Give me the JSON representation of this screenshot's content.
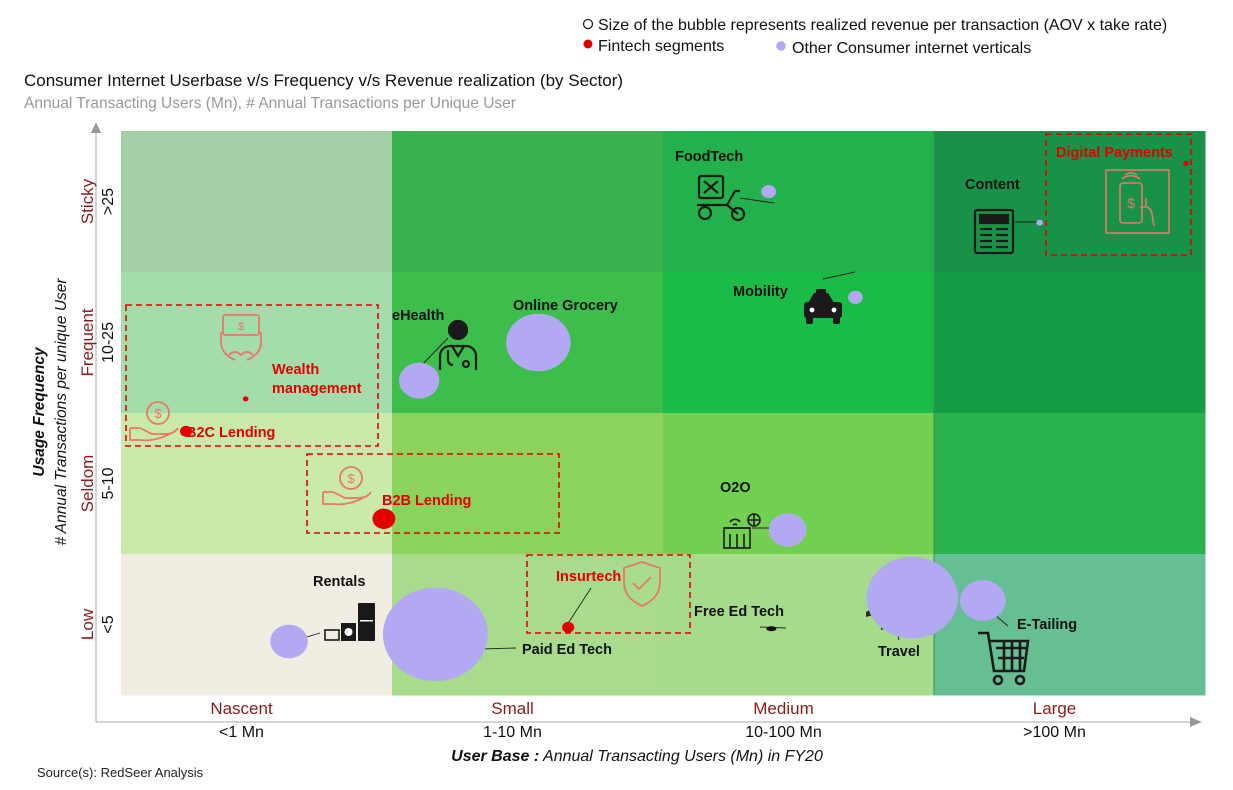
{
  "chart_data": {
    "type": "scatter",
    "title": "Consumer Internet Userbase v/s Frequency v/s Revenue realization (by Sector)",
    "subtitle": "Annual Transacting Users (Mn), # Annual Transactions per Unique User",
    "legend": {
      "placement": "top-right",
      "size_note": "Size of the bubble represents realized revenue per transaction (AOV x take rate)",
      "fintech": "Fintech segments",
      "other": "Other Consumer internet verticals"
    },
    "colors": {
      "fintech": "#e50000",
      "other": "#b3a8f2",
      "accent_label": "#8b1a1a",
      "icon_fintech": "#e8776a",
      "icon_other": "#1a1a1a"
    },
    "xaxis": {
      "label_bold": "User Base :",
      "label_rest": " Annual Transacting Users (Mn) in FY20",
      "categories": [
        {
          "name": "Nascent",
          "range": "<1 Mn"
        },
        {
          "name": "Small",
          "range": "1-10 Mn"
        },
        {
          "name": "Medium",
          "range": "10-100 Mn"
        },
        {
          "name": "Large",
          "range": ">100 Mn"
        }
      ]
    },
    "yaxis": {
      "label_line1": "Usage Frequency",
      "label_line2": "# Annual Transactions per unique User",
      "categories": [
        {
          "name": "Sticky",
          "range": ">25"
        },
        {
          "name": "Frequent",
          "range": "10-25"
        },
        {
          "name": "Seldom",
          "range": "5-10"
        },
        {
          "name": "Low",
          "range": "<5"
        }
      ]
    },
    "points": [
      {
        "label": "FoodTech",
        "group": "other",
        "x": 2.39,
        "y": 3.57,
        "size": 0.11,
        "icon": "delivery-scooter-icon"
      },
      {
        "label": "Content",
        "group": "other",
        "x": 3.39,
        "y": 3.35,
        "size": 0.05,
        "icon": "newspaper-icon"
      },
      {
        "label": "Digital Payments",
        "group": "fintech",
        "x": 3.93,
        "y": 3.77,
        "size": 0.04,
        "icon": "mobile-payment-icon"
      },
      {
        "label": "Mobility",
        "group": "other",
        "x": 2.71,
        "y": 2.82,
        "size": 0.11,
        "icon": "taxi-icon"
      },
      {
        "label": "eHealth",
        "group": "other",
        "x": 1.1,
        "y": 2.23,
        "size": 0.3,
        "icon": "doctor-icon"
      },
      {
        "label": "Online Grocery",
        "group": "other",
        "x": 1.54,
        "y": 2.5,
        "size": 0.48,
        "icon": ""
      },
      {
        "label": "Wealth management",
        "group": "fintech",
        "x": 0.46,
        "y": 2.1,
        "size": 0.04,
        "icon": "money-hands-icon"
      },
      {
        "label": "B2C Lending",
        "group": "fintech",
        "x": 0.24,
        "y": 1.87,
        "size": 0.09,
        "icon": "coin-hand-icon"
      },
      {
        "label": "B2B Lending",
        "group": "fintech",
        "x": 0.97,
        "y": 1.25,
        "size": 0.17,
        "icon": "coin-hand-icon"
      },
      {
        "label": "O2O",
        "group": "other",
        "x": 2.46,
        "y": 1.17,
        "size": 0.28,
        "icon": "storefront-icon"
      },
      {
        "label": "Insurtech",
        "group": "fintech",
        "x": 1.65,
        "y": 0.48,
        "size": 0.09,
        "icon": "shield-check-icon"
      },
      {
        "label": "Rentals",
        "group": "other",
        "x": 0.62,
        "y": 0.38,
        "size": 0.28,
        "icon": "appliances-icon"
      },
      {
        "label": "Paid Ed Tech",
        "group": "other",
        "x": 1.16,
        "y": 0.43,
        "size": 0.78,
        "icon": "monitor-book-icon"
      },
      {
        "label": "Free Ed Tech",
        "group": "other",
        "x": 2.4,
        "y": 0.47,
        "size": 0.06,
        "icon": ""
      },
      {
        "label": "Travel",
        "group": "other",
        "x": 2.92,
        "y": 0.69,
        "size": 0.68,
        "icon": "airplane-icon"
      },
      {
        "label": "E-Tailing",
        "group": "other",
        "x": 3.18,
        "y": 0.67,
        "size": 0.34,
        "icon": "shopping-cart-icon"
      }
    ]
  },
  "source": "Source(s): RedSeer Analysis"
}
